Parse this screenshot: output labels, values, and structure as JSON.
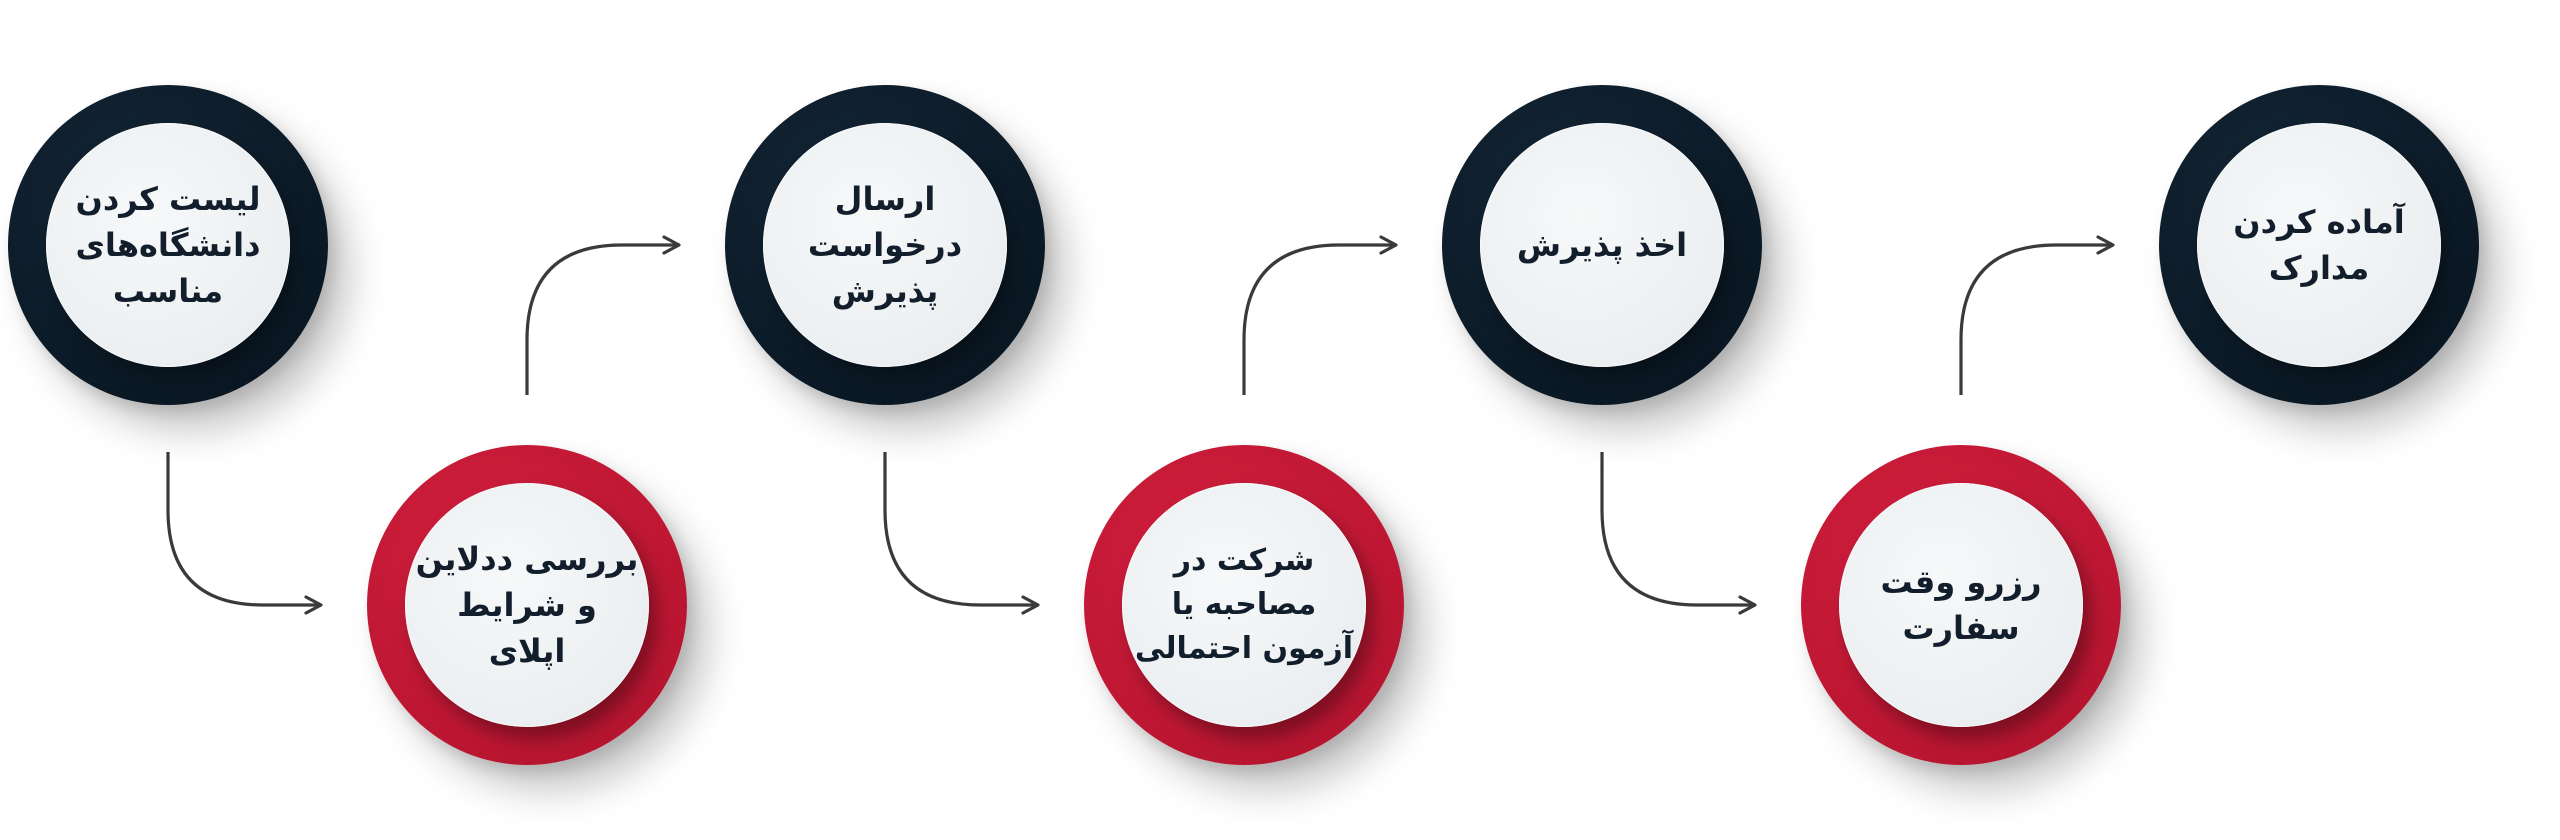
{
  "steps": [
    {
      "label": "لیست کردن\nدانشگاه‌های\nمناسب",
      "tone": "dark"
    },
    {
      "label": "بررسی ددلاین\nو شرایط اپلای",
      "tone": "red"
    },
    {
      "label": "ارسال\nدرخواست\nپذیرش",
      "tone": "dark"
    },
    {
      "label": "شرکت در\nمصاحبه یا\nآزمون احتمالی",
      "tone": "red"
    },
    {
      "label": "اخذ پذیرش",
      "tone": "dark"
    },
    {
      "label": "رزرو وقت\nسفارت",
      "tone": "red"
    },
    {
      "label": "آماده کردن\nمدارک",
      "tone": "dark"
    }
  ],
  "colors": {
    "dark_ring": "#0c1b28",
    "red_ring": "#c0172f",
    "inner_fill": "#eceff1",
    "text": "#121e2c",
    "connector": "#3a3a3a"
  }
}
